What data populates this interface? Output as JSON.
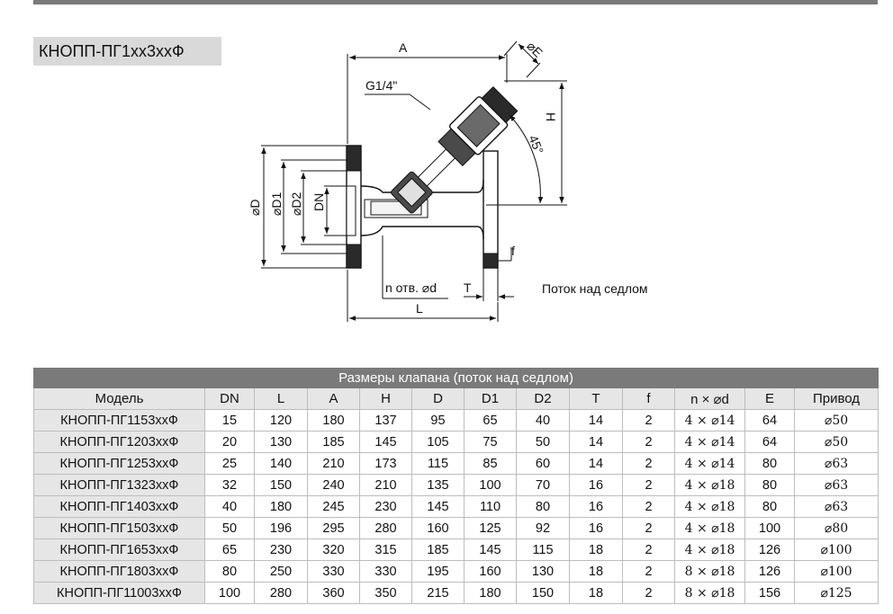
{
  "title": "КНОПП-ПГ1хх3ххФ",
  "drawing": {
    "label_A": "A",
    "label_E": "⌀E",
    "label_G": "G1/4\"",
    "label_H": "H",
    "label_angle": "45°",
    "label_D": "⌀D",
    "label_D1": "⌀D1",
    "label_D2": "⌀D2",
    "label_DN": "DN",
    "label_f": "f",
    "label_holes": "n отв. ⌀d",
    "label_T": "T",
    "label_L": "L",
    "flow_note": "Поток над седлом"
  },
  "table": {
    "caption": "Размеры клапана (поток над седлом)",
    "headers": [
      "Модель",
      "DN",
      "L",
      "A",
      "H",
      "D",
      "D1",
      "D2",
      "T",
      "f",
      "n × ⌀d",
      "E",
      "Привод"
    ],
    "rows": [
      [
        "КНОПП-ПГ1153ххФ",
        "15",
        "120",
        "180",
        "137",
        "95",
        "65",
        "40",
        "14",
        "2",
        "4 × ⌀14",
        "64",
        "⌀50"
      ],
      [
        "КНОПП-ПГ1203ххФ",
        "20",
        "130",
        "185",
        "145",
        "105",
        "75",
        "50",
        "14",
        "2",
        "4 × ⌀14",
        "64",
        "⌀50"
      ],
      [
        "КНОПП-ПГ1253ххФ",
        "25",
        "140",
        "210",
        "173",
        "115",
        "85",
        "60",
        "14",
        "2",
        "4 × ⌀14",
        "80",
        "⌀63"
      ],
      [
        "КНОПП-ПГ1323ххФ",
        "32",
        "150",
        "240",
        "210",
        "135",
        "100",
        "70",
        "16",
        "2",
        "4 × ⌀18",
        "80",
        "⌀63"
      ],
      [
        "КНОПП-ПГ1403ххФ",
        "40",
        "180",
        "245",
        "230",
        "145",
        "110",
        "80",
        "16",
        "2",
        "4 × ⌀18",
        "80",
        "⌀63"
      ],
      [
        "КНОПП-ПГ1503ххФ",
        "50",
        "196",
        "295",
        "280",
        "160",
        "125",
        "92",
        "16",
        "2",
        "4 × ⌀18",
        "100",
        "⌀80"
      ],
      [
        "КНОПП-ПГ1653ххФ",
        "65",
        "230",
        "320",
        "315",
        "185",
        "145",
        "115",
        "18",
        "2",
        "4 × ⌀18",
        "126",
        "⌀100"
      ],
      [
        "КНОПП-ПГ1803ххФ",
        "80",
        "250",
        "330",
        "330",
        "195",
        "160",
        "130",
        "18",
        "2",
        "8 × ⌀18",
        "126",
        "⌀100"
      ],
      [
        "КНОПП-ПГ11003ххФ",
        "100",
        "280",
        "360",
        "350",
        "215",
        "180",
        "150",
        "18",
        "2",
        "8 × ⌀18",
        "156",
        "⌀125"
      ]
    ]
  }
}
